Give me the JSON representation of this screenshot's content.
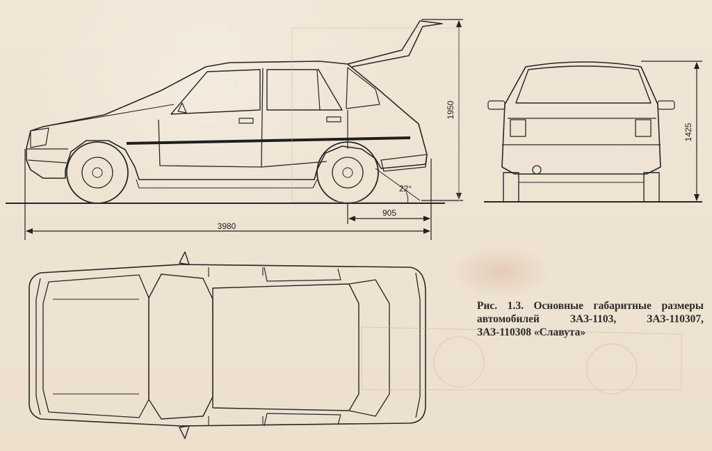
{
  "dimensions": {
    "overall_length": "3980",
    "rear_overhang": "905",
    "height_open_hatch": "1950",
    "height": "1425",
    "departure_angle": "22°"
  },
  "caption": "Рис. 1.3. Основные габаритные размеры автомобилей ЗАЗ-1103, ЗАЗ-110307, ЗАЗ-110308 «Славута»"
}
